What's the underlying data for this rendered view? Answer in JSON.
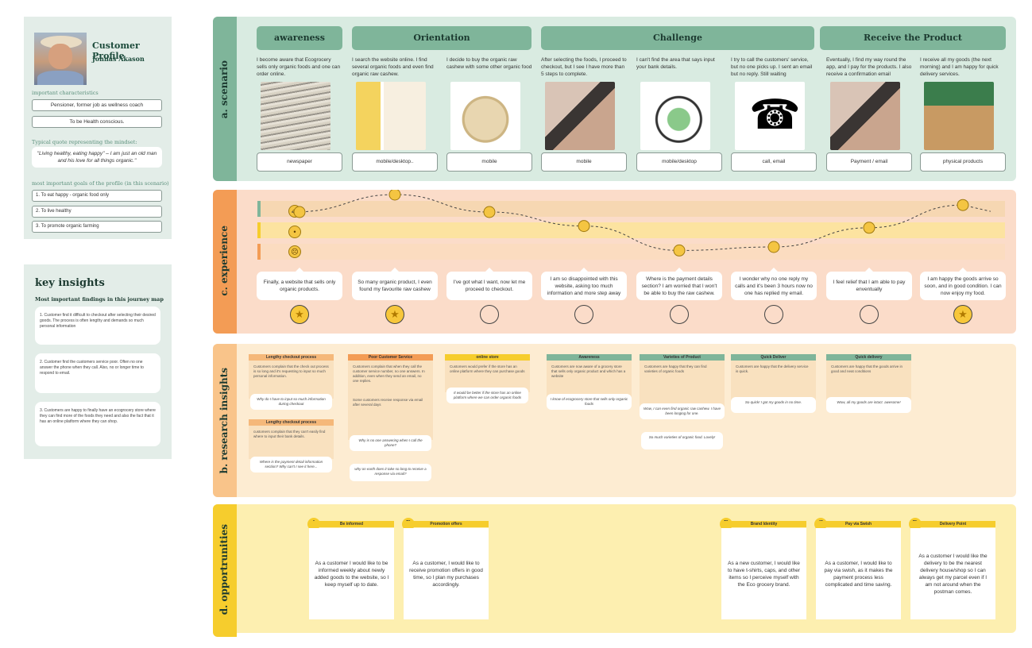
{
  "profile": {
    "title": "Customer Profile",
    "name": "Johnas Akason",
    "characteristics_label": "important characteristics",
    "characteristics": [
      "Pensioner, former job as wellness coach",
      "To be Health conscious."
    ],
    "quote_label": "Typical quote representing the mindset:",
    "quote": "\"Living healthy, eating happy\" – I am just an old man and his love for all things organic.\"",
    "goals_label": "most important goals of the profile (in this scenario)",
    "goals": [
      "1.  To eat happy - organic food only",
      "2.  To live healthy",
      "3.  To promote organic farming"
    ]
  },
  "key_insights": {
    "title": "key insights",
    "subtitle": "Most important findings in this journey map",
    "items": [
      "1. Customer find it difficult to checkout after selecting their desired goods. The process is often lengthy and demands so much personal information",
      "2. Customer find the customers service poor. Often no one answer the phone when they call. Also, no or longer time to respond to email.",
      "3. Customers are happy to finally have an ecogrocery store where they can find more of the foods they need and also the fact that it has an online platform where they can shop."
    ]
  },
  "lanes": {
    "scenario": "a. scenario",
    "experience": "c. experience",
    "research": "b. research insights",
    "opportunities": "d. opportrunities"
  },
  "phases": [
    "awareness",
    "Orientation",
    "Challenge",
    "Receive the Product"
  ],
  "steps": [
    {
      "text": "I become aware that Ecogrocery sells only organic foods and one can order online.",
      "channel": "newspaper",
      "img": "newspaper"
    },
    {
      "text": "I search the website online. I find several organic foods and even find organic raw cashew.",
      "channel": "mobile/desktop..",
      "img": "website"
    },
    {
      "text": "I decide to buy the organic raw cashew with some other organic food",
      "channel": "mobile",
      "img": "cashew"
    },
    {
      "text": "After selecting the foods, I proceed to checkout, but I see I have more than 5 steps to complete.",
      "channel": "mobile",
      "img": "phone-hands"
    },
    {
      "text": "I can't find the area that says input your bank details.",
      "channel": "mobile/desktop",
      "img": "phone-check"
    },
    {
      "text": "I try to call the customers' service, but no one picks up. I sent an email but no reply. Still waiting",
      "channel": "call, email",
      "img": "call"
    },
    {
      "text": "Eventually, I find my way round the app, and I pay for the products. I also receive a confirmation email",
      "channel": "Payment / email",
      "img": "phone-hands"
    },
    {
      "text": "I receive all my goods (the next morning) and I am happy for quick delivery services.",
      "channel": "physical products",
      "img": "grocery-bag"
    }
  ],
  "experience": {
    "bubbles": [
      "Finally, a website that sells only organic products.",
      "So many organic product, I even found my favourite raw cashew",
      "I've got what I want, now let me proceed to checkout.",
      "I am so disappointed with this website, asking too much information and more step away",
      "Where is the payment details section? I am worried that I won't be able to buy the raw cashew.",
      "I wonder why no one reply my calls and it's been 3 hours now no one has replied my email.",
      "I feel relief that I am able to pay enventually",
      "I am happy the goods arrive so soon, and in good condition. I can now enjoy my food."
    ],
    "stars": [
      true,
      true,
      false,
      false,
      false,
      false,
      false,
      true
    ],
    "mood_levels": [
      1,
      2,
      1,
      0.2,
      -1.2,
      -1,
      0.1,
      1.4
    ],
    "row_icons": [
      "grin-icon",
      "neutral-icon",
      "sad-icon"
    ]
  },
  "research": [
    {
      "head": "Lengthy checkout process",
      "color": "#f5b87a",
      "body": "Customers complain that the check out process is so long and it's requesting to input so much personal information.",
      "note": "Why do I have to input so much information during checkout"
    },
    {
      "head": "Lengthy checkout process",
      "color": "#f5b87a",
      "body": "customers complain that they can't easily find where to input their bank details.",
      "note": "Where is the payment detail information section? Why can't I see it here..."
    },
    {
      "head": "Poor Customer Service",
      "color": "#f39c55",
      "body": "Customers complain that when they call the customer service number, no one answers. In addition, even when they send an email, no one replies.",
      "body2": "Some customers receive response via email after several days",
      "note": "Why is no one answering when I call the phone?",
      "note2": "why on earth does it take so long to receive a response via email?"
    },
    {
      "head": "online store",
      "color": "#f6cd2d",
      "body": "Customers would prefer if the store has an online platform where they can purchase goods",
      "note": "It would be better if the store has an online platform where we can order organic foods"
    },
    {
      "head": "Awareness",
      "color": "#7fb59a",
      "body": "Customers are now aware of a grocery store that sells only organic product and which has a website",
      "note": "I know of ecogrocery store that sells only organic foods"
    },
    {
      "head": "Varieties of Product",
      "color": "#7fb59a",
      "body": "Customers are happy that they can find varieties of organic foods",
      "note": "Wow, I can even find organic raw cashew. I have been longing for one.",
      "note2": "So much varieties of organic food. Lovely!"
    },
    {
      "head": "Quick Deliver",
      "color": "#7fb59a",
      "body": "Customers are happy that the delivery service is quick.",
      "note": "So quick! I got my goods in no time."
    },
    {
      "head": "Quick delivery",
      "color": "#7fb59a",
      "body": "Customers are happy that the goods arrive in good and neat conditions",
      "note": "Wow, all my goods are intact. awesome!"
    }
  ],
  "opportunities": [
    {
      "badge": "A",
      "head": "Be informed",
      "text": "As a customer I would like to be informed weekly about newly added goods to the website, so I keep myself up to date."
    },
    {
      "badge": "B",
      "head": "Promotion offers",
      "text": "As a customer, I would like to receive promotion offers in good time, so I plan my purchases accordingly."
    },
    {
      "badge": "B",
      "head": "Brand Identity",
      "text": "As a new customer, I would like to have t-shirts, caps, and other items so I perceive myself with the Eco grocery brand."
    },
    {
      "badge": "C",
      "head": "Pay via Swish",
      "text": "As a customer, I would like to pay via swish, as it makes the payment process less complicated and time saving."
    },
    {
      "badge": "D",
      "head": "Delivery Point",
      "text": "As a customer I would like the delivery to be the nearest delivery house/shop so I can always get my parcel even if I am not around when the postman comes."
    }
  ]
}
